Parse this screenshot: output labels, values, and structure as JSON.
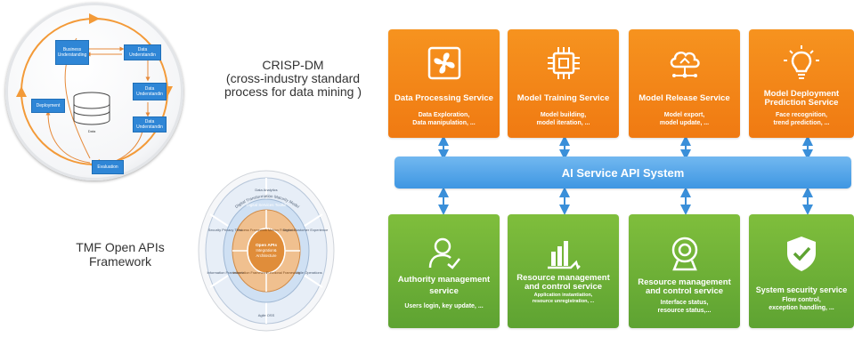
{
  "crisp": {
    "boxes": {
      "business": "Business Understanding",
      "data1": "Data Understandin",
      "data2": "Data Understandin",
      "data3": "Data Understandin",
      "deployment": "Deployment",
      "evaluation": "Evaluation",
      "data_store": "Data"
    },
    "caption_line1": "CRISP-DM",
    "caption_line2": "(cross-industry standard",
    "caption_line3": "process for data mining )"
  },
  "tmf": {
    "ring_title": "Digital Transformation Maturity Model",
    "toolkit_label": "Digital Services Toolkit",
    "core_line1": "Open APIs",
    "core_line2": "Integration&",
    "core_line3": "Architecture",
    "outer_segments": [
      "Data Analytics",
      "Digital Customer Experience",
      "Agile Operations",
      "Agile OSS",
      "Information Framework",
      "Security Privacy Trust"
    ],
    "inner_segments": [
      "Process Framework",
      "Metrics Framework",
      "Functional Framework",
      "Information Framework"
    ],
    "caption_line1": "TMF Open APIs",
    "caption_line2": "Framework"
  },
  "services_top": [
    {
      "title": "Data Processing Service",
      "title2": "",
      "sub1": "Data Exploration,",
      "sub2": "Data manipulation, ...",
      "icon": "fan-icon"
    },
    {
      "title": "Model Training Service",
      "title2": "",
      "sub1": "Model building,",
      "sub2": "model iteration, ...",
      "icon": "chip-icon"
    },
    {
      "title": "Model Release Service",
      "title2": "",
      "sub1": "Model export,",
      "sub2": "model update, ...",
      "icon": "cloud-network-icon"
    },
    {
      "title": "Model Deployment",
      "title2": "Prediction Service",
      "sub1": "Face recognition,",
      "sub2": "trend prediction, ...",
      "icon": "lightbulb-icon"
    }
  ],
  "api_bar": "AI Service API System",
  "services_bottom": [
    {
      "title": "Authority management",
      "title2": "service",
      "sub1": "Users login, key update, ...",
      "sub2": "",
      "icon": "user-icon"
    },
    {
      "title": "Resource management",
      "title2": "and control service",
      "sub1": "Application instantiation,",
      "sub2": "resource unregistration, ...",
      "icon": "bar-chart-icon"
    },
    {
      "title": "Resource management",
      "title2": "and control service",
      "sub1": "Interface status,",
      "sub2": "resource status,...",
      "icon": "webcam-icon"
    },
    {
      "title": "System security service",
      "title2": "",
      "sub1": "Flow control,",
      "sub2": "exception handling, ...",
      "icon": "shield-check-icon"
    }
  ],
  "colors": {
    "orange": "#f07a12",
    "green": "#5ea332",
    "blue": "#3e96e2",
    "crisp_box": "#2f86d6",
    "tmf_orange": "#e59a50",
    "tmf_blue": "#d9e8f7"
  }
}
